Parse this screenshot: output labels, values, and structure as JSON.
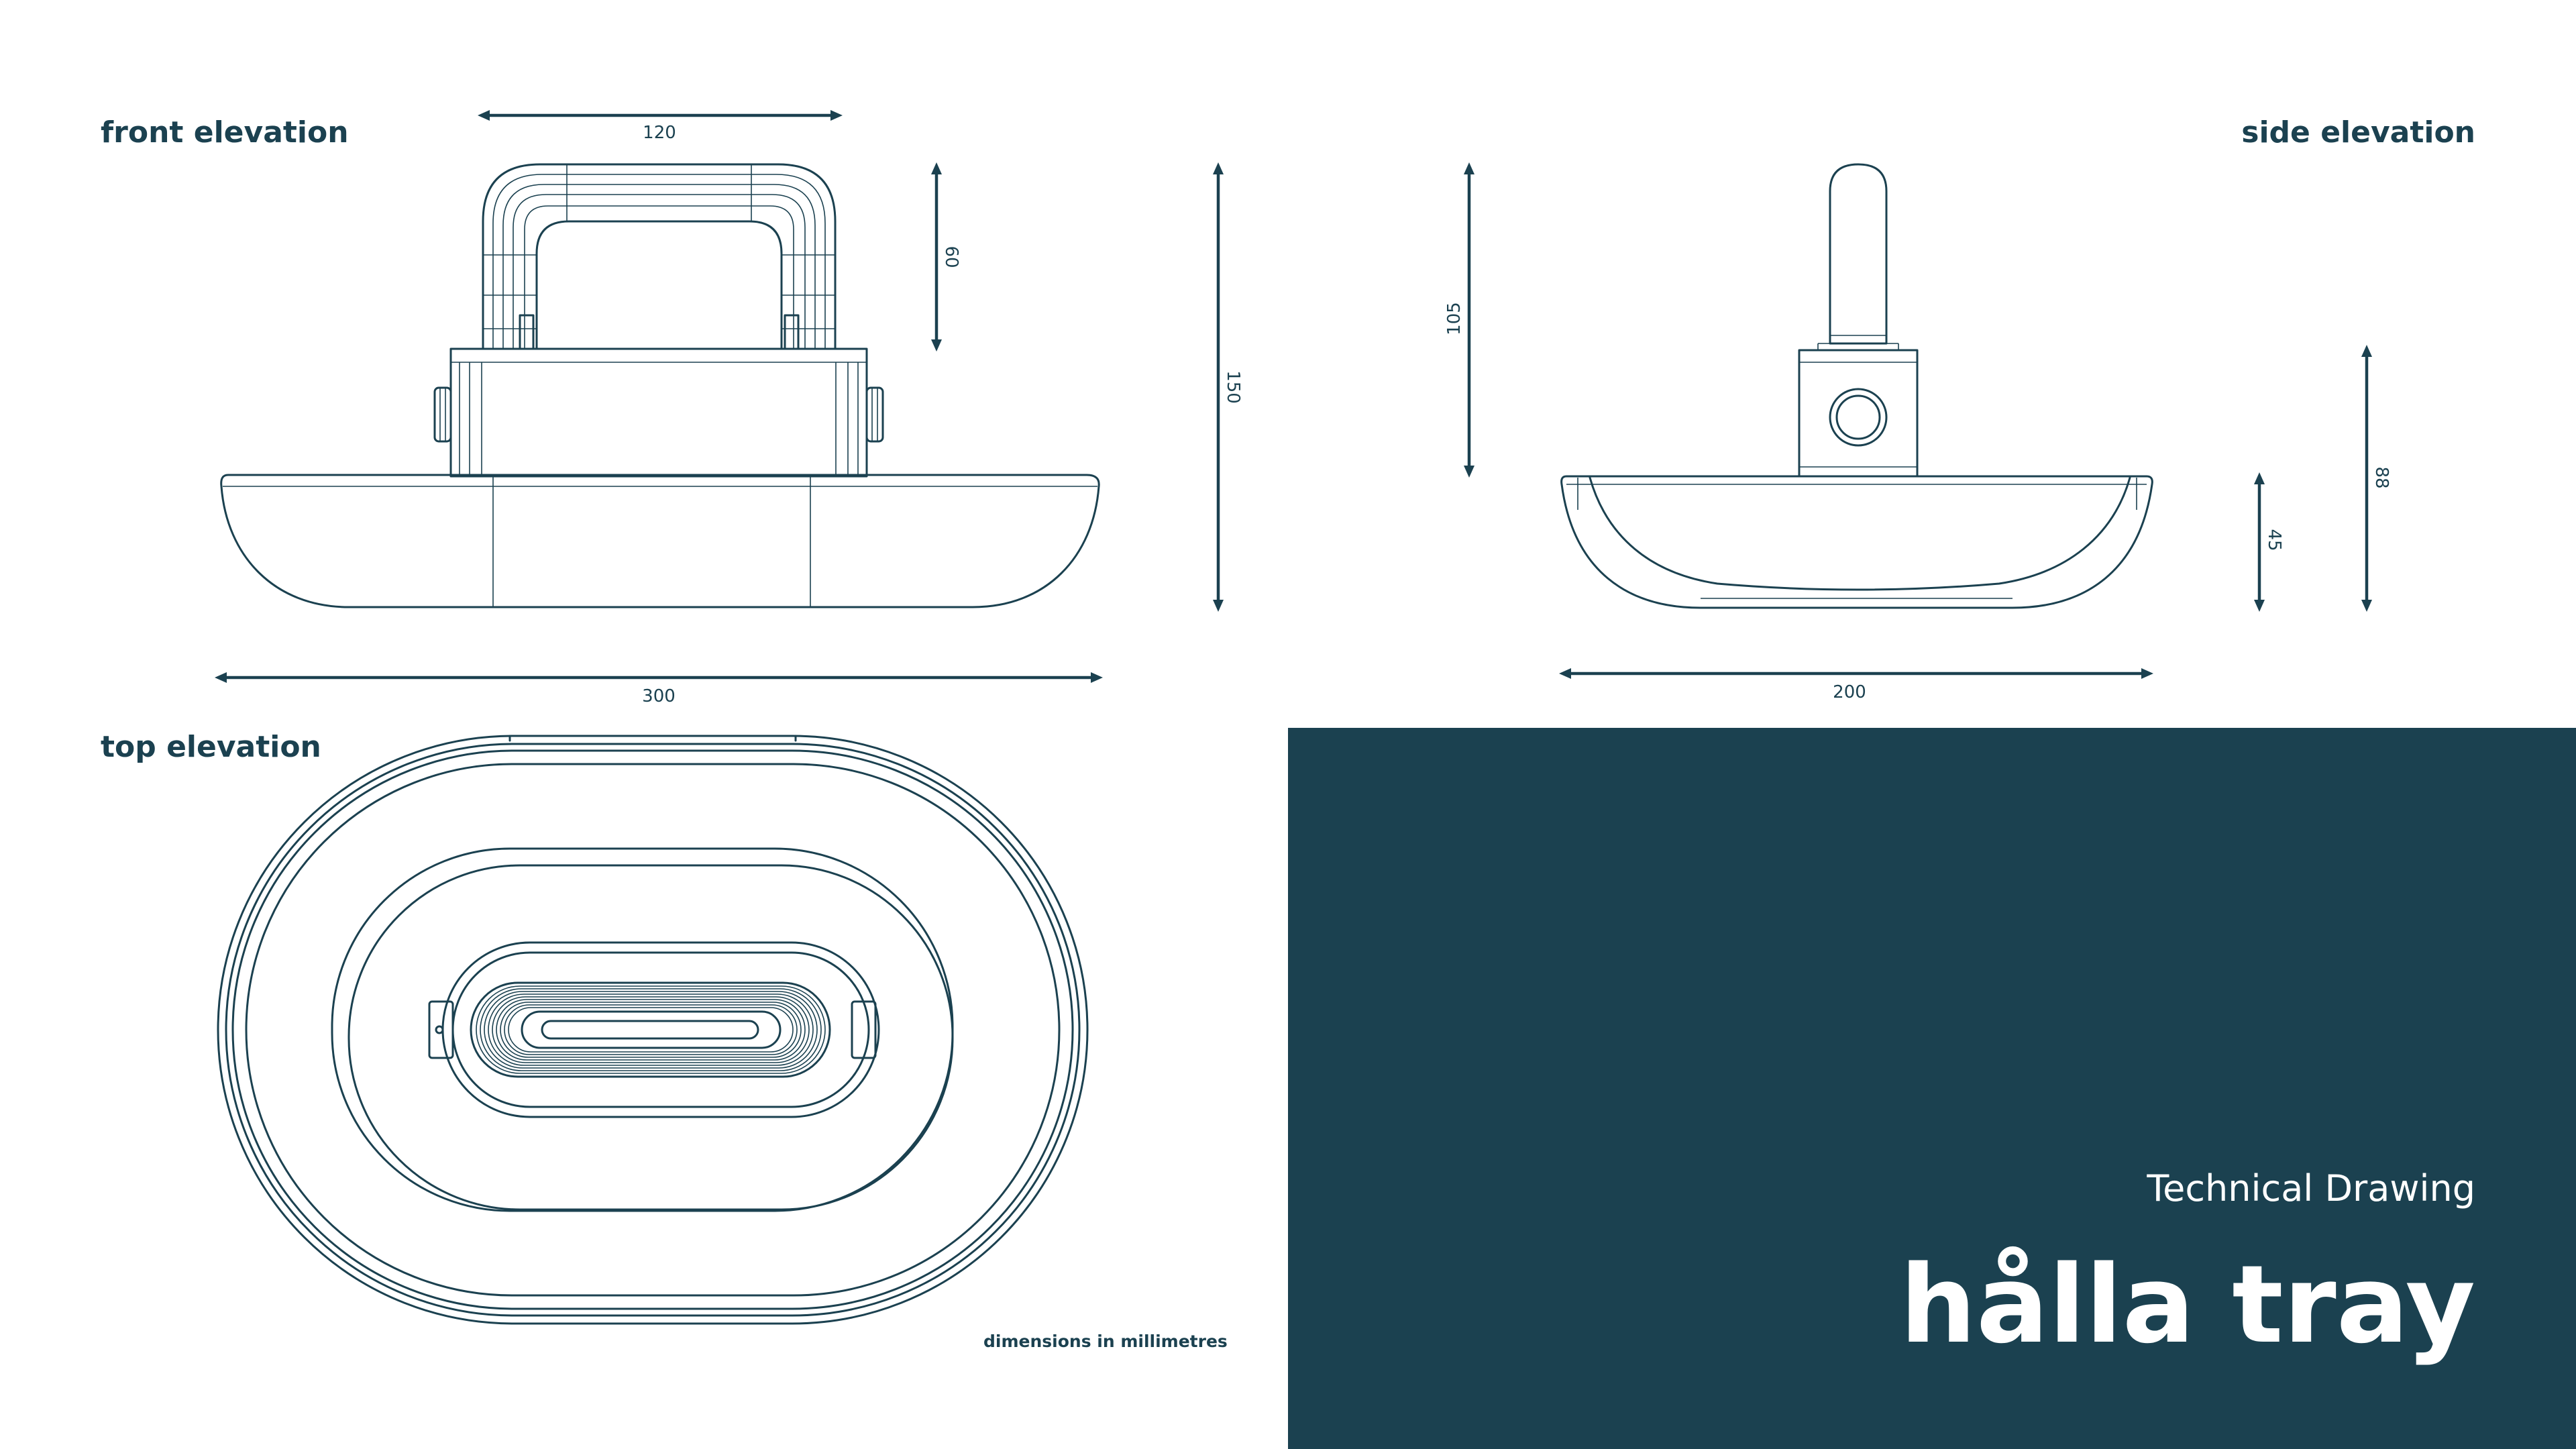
{
  "views": {
    "front": "front elevation",
    "side": "side elevation",
    "top": "top elevation"
  },
  "dimensions": {
    "handle_width": "120",
    "handle_height": "60",
    "overall_height": "150",
    "overall_width": "300",
    "side_upper_height": "105",
    "side_depth": "200",
    "bowl_height": "45",
    "body_height": "88"
  },
  "note": "dimensions in millimetres",
  "title_block": {
    "subtitle": "Technical Drawing",
    "product": "hålla tray"
  },
  "colors": {
    "ink": "#1b4150",
    "panel": "#1b4150",
    "panel_text": "#ffffff",
    "paper": "#ffffff"
  }
}
